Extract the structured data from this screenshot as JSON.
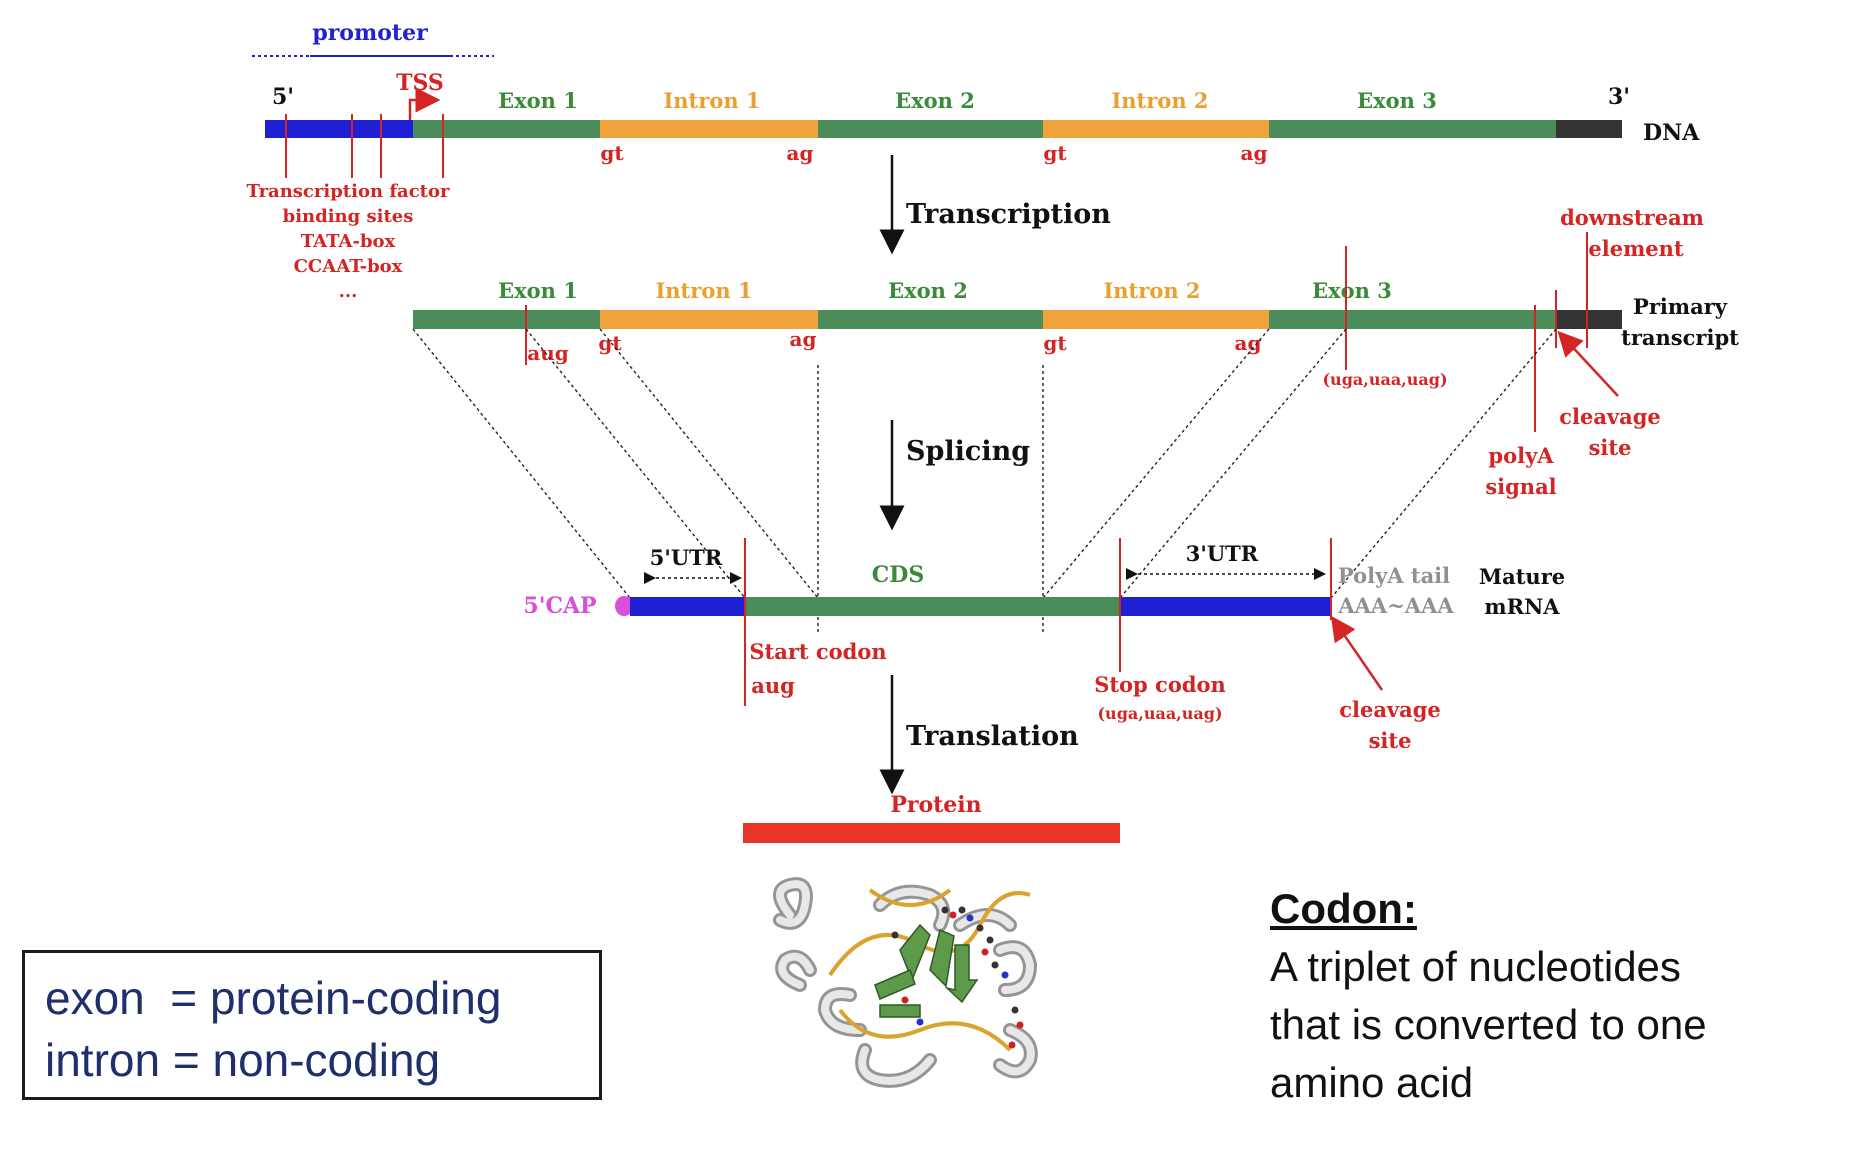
{
  "colors": {
    "exon": "#4a8d5a",
    "intron": "#f0a33a",
    "promoter": "#1f1fd6",
    "utr": "#1f1fd6",
    "tail": "#333333",
    "red": "#d42424",
    "protein": "#e8352a",
    "cap": "#d94fd9",
    "blue_text": "#2222cc",
    "green_text": "#3a8a3a",
    "orange_text": "#e8a030",
    "gray_text": "#909090",
    "legend_text": "#1f2f6b"
  },
  "dna": {
    "promoter_label": "promoter",
    "five_prime": "5'",
    "tss": "TSS",
    "exon1": "Exon 1",
    "intron1": "Intron 1",
    "exon2": "Exon 2",
    "intron2": "Intron 2",
    "exon3": "Exon 3",
    "three_prime": "3'",
    "label": "DNA",
    "gt1": "gt",
    "ag1": "ag",
    "gt2": "gt",
    "ag2": "ag",
    "tf_lines": [
      "Transcription factor",
      "binding sites",
      "TATA-box",
      "CCAAT-box",
      "..."
    ]
  },
  "steps": {
    "transcription": "Transcription",
    "splicing": "Splicing",
    "translation": "Translation"
  },
  "primary": {
    "exon1": "Exon 1",
    "intron1": "Intron 1",
    "exon2": "Exon 2",
    "intron2": "Intron 2",
    "exon3": "Exon 3",
    "label_line1": "Primary",
    "label_line2": "transcript",
    "downstream_line1": "downstream",
    "downstream_line2": "element",
    "aug": "aug",
    "gt1": "gt",
    "ag1": "ag",
    "gt2": "gt",
    "ag2": "ag",
    "stop_codons": "(uga,uaa,uag)",
    "polya_line1": "polyA",
    "polya_line2": "signal",
    "cleavage_line1": "cleavage",
    "cleavage_line2": "site"
  },
  "mrna": {
    "cap": "5'CAP",
    "utr5": "5'UTR",
    "cds": "CDS",
    "utr3": "3'UTR",
    "polya_tail_line1": "PolyA tail",
    "polya_tail_line2": "AAA~AAA",
    "label_line1": "Mature",
    "label_line2": "mRNA",
    "start_line1": "Start codon",
    "start_line2": "aug",
    "stop_line1": "Stop codon",
    "stop_line2": "(uga,uaa,uag)",
    "cleavage_line1": "cleavage",
    "cleavage_line2": "site"
  },
  "protein": {
    "label": "Protein"
  },
  "legend": {
    "line1": "exon  = protein-coding",
    "line2": "intron = non-coding"
  },
  "codon": {
    "title": "Codon:",
    "line1": "A triplet of nucleotides",
    "line2": "that is converted to one",
    "line3": "amino acid"
  }
}
